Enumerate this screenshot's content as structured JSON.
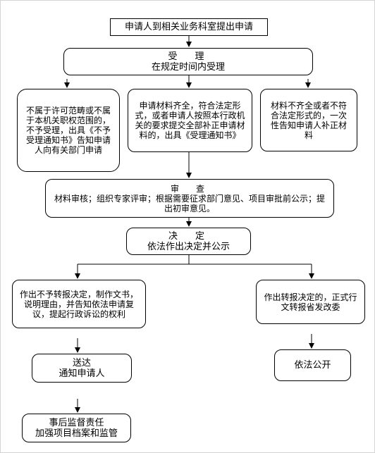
{
  "nodes": {
    "apply": "申请人到相关业务科室提出申请",
    "accept_title": "受　理",
    "accept_sub": "在规定时间内受理",
    "reject": "不属于许可范畴或不属于本机关职权范围的，不予受理，出具《不予受理通知书》告知申请人向有关部门申请",
    "complete": "申请材料齐全，符合法定形式，或者申请人按照本行政机关的要求提交全部补正申请材料的，出具《受理通知书》",
    "incomplete": "材料不齐全或者不符合法定形式的，一次性告知申请人补正材料",
    "review_title": "审　查",
    "review_sub": "材料审核；组织专家评审；根据需要征求部门意见、项目审批前公示；提出初审意见。",
    "decide_title": "决　定",
    "decide_sub": "依法作出决定并公示",
    "no_transfer": "作出不予转报决定，制作文书，说明理由，并告知依法申请复议，提起行政诉讼的权利",
    "transfer": "作出转报决定的，正式行文转报省发改委",
    "notify_title": "送达",
    "notify_sub": "通知申请人",
    "publish": "依法公开",
    "supervise_title": "事后监督责任",
    "supervise_sub": "加强项目档案和监管"
  }
}
